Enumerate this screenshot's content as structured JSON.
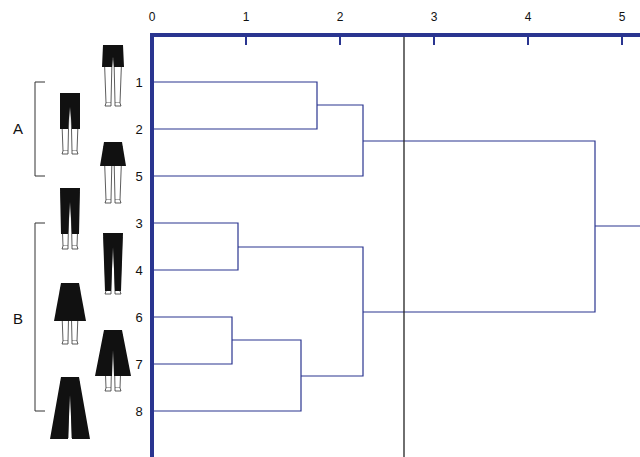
{
  "diagram": {
    "labels": [
      "0",
      "1",
      "2",
      "3",
      "4",
      "5",
      "A",
      "1",
      "2",
      "5",
      "B",
      "3",
      "4",
      "6",
      "7",
      "8"
    ]
  }
}
